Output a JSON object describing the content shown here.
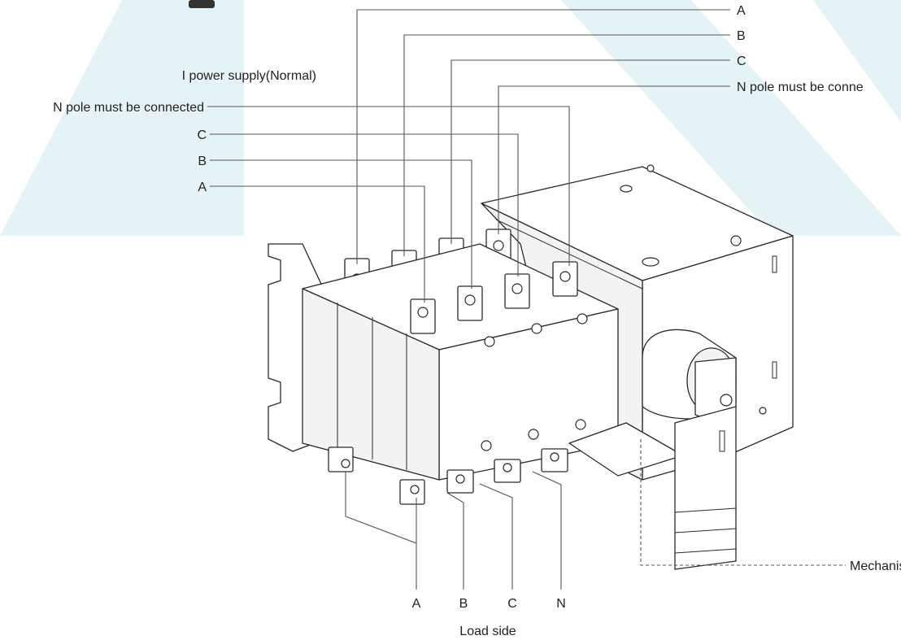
{
  "labels": {
    "normal_supply": "I power supply(Normal)",
    "top_right": {
      "a": "A",
      "b": "B",
      "c": "C",
      "n": "N pole must be conne"
    },
    "left": {
      "n": "N pole must be connected",
      "c": "C",
      "b": "B",
      "a": "A"
    },
    "bottom": {
      "a": "A",
      "b": "B",
      "c": "C",
      "n": "N"
    },
    "load_side": "Load side",
    "mechanism": "Mechanism p"
  },
  "colors": {
    "watermark": "#e6f3f6",
    "line": "#555555",
    "ink": "#222222"
  }
}
